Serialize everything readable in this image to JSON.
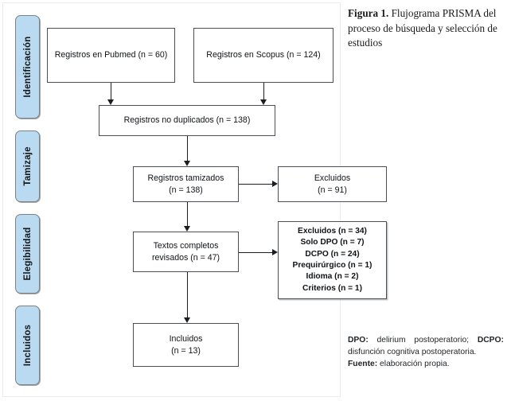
{
  "figure": {
    "stages": [
      {
        "label": "Identificación"
      },
      {
        "label": "Tamizaje"
      },
      {
        "label": "Elegibilidad"
      },
      {
        "label": "Incluidos"
      }
    ],
    "boxes": {
      "pubmed": {
        "line1": "Registros en Pubmed (n = 60)"
      },
      "scopus": {
        "line1": "Registros en Scopus (n = 124)"
      },
      "no_duplicados": {
        "line1": "Registros no duplicados (n = 138)"
      },
      "tamizados": {
        "line1": "Registros tamizados",
        "line2": "(n = 138)"
      },
      "excluidos_tamizaje": {
        "line1": "Excluidos",
        "line2": "(n = 91)"
      },
      "textos_completos": {
        "line1": "Textos completos",
        "line2": "revisados (n = 47)"
      },
      "excluidos_detalle": {
        "lines": [
          "Excluidos (n = 34)",
          "Solo DPO (n = 7)",
          "DCPO (n = 24)",
          "Prequirúrgico (n = 1)",
          "Idioma (n = 2)",
          "Criterios (n = 1)"
        ]
      },
      "incluidos": {
        "line1": "Incluidos",
        "line2": "(n = 13)"
      }
    }
  },
  "caption": {
    "label": "Figura 1.",
    "text": " Flujograma PRISMA del proceso de búsqueda y selección de estudios"
  },
  "footnote": {
    "abbrev_label_1": "DPO:",
    "abbrev_text_1": " delirium postoperatorio; ",
    "abbrev_label_2": "DCPO:",
    "abbrev_text_2": " disfunción cognitiva postoperatoria.",
    "source_label": "Fuente:",
    "source_text": " elaboración propia."
  },
  "colors": {
    "stage_pill_fill": "#b9daf0",
    "stage_pill_border": "#7d8286",
    "box_border": "#4a4f55",
    "connector": "#1b1e21",
    "panel_border": "#e9ecef"
  }
}
